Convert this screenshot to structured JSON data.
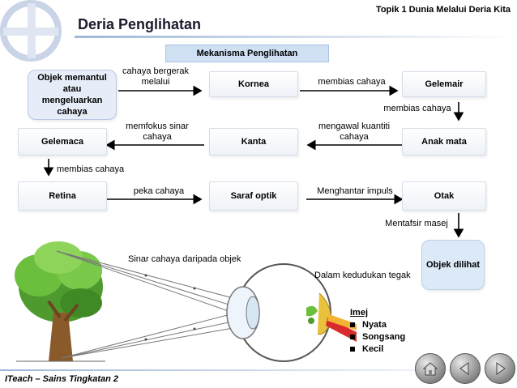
{
  "header": {
    "topic": "Topik 1 Dunia Melalui Deria Kita",
    "title": "Deria Penglihatan"
  },
  "diagram": {
    "heading": "Mekanisma Penglihatan",
    "nodes": {
      "objek": "Objek memantul atau mengeluarkan cahaya",
      "kornea": "Kornea",
      "gelemair": "Gelemair",
      "anak_mata": "Anak mata",
      "kanta": "Kanta",
      "gelemaca": "Gelemaca",
      "retina": "Retina",
      "saraf_optik": "Saraf optik",
      "otak": "Otak",
      "objek_dilihat": "Objek dilihat"
    },
    "edges": {
      "objek_kornea": "cahaya bergerak melalui",
      "kornea_gelemair": "membias cahaya",
      "gelemair_anakmata": "membias cahaya",
      "anakmata_kanta": "mengawal kuantiti cahaya",
      "kanta_gelemaca": "memfokus sinar cahaya",
      "gelemaca_retina": "membias cahaya",
      "retina_saraf": "peka cahaya",
      "saraf_otak": "Menghantar impuls",
      "otak_objek": "Mentafsir masej"
    }
  },
  "illustration": {
    "ray_label": "Sinar cahaya daripada objek",
    "position_label": "Dalam kedudukan tegak"
  },
  "image_props": {
    "title": "Imej",
    "items": [
      "Nyata",
      "Songsang",
      "Kecil"
    ]
  },
  "footer": {
    "text": "ITeach – Sains Tingkatan 2"
  },
  "nav": {
    "icons": [
      "home-icon",
      "previous-icon",
      "next-icon"
    ]
  }
}
